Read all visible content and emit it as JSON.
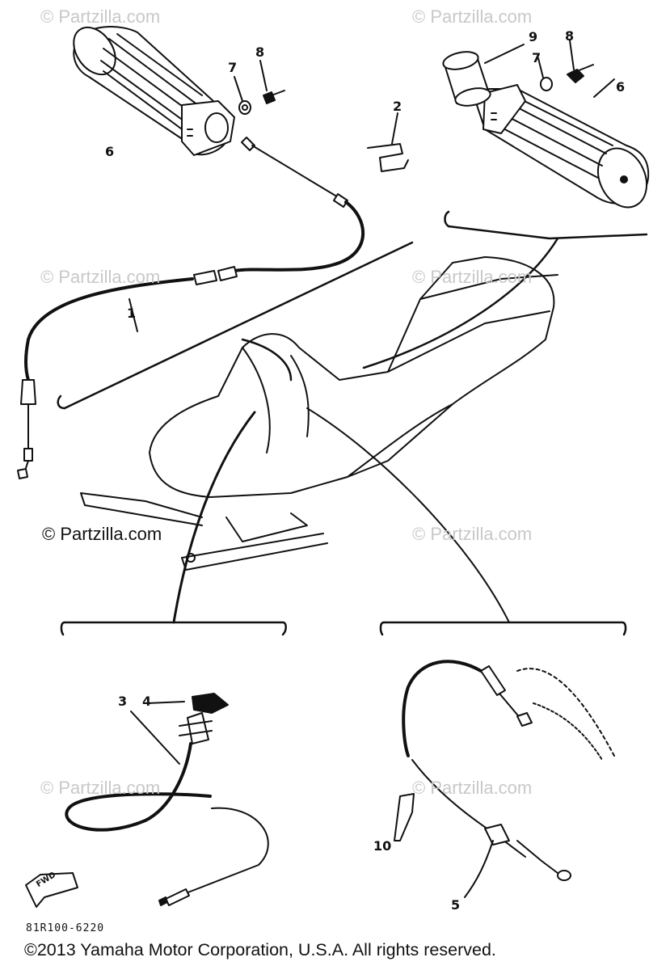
{
  "watermarks": {
    "faint": "© Partzilla.com",
    "strong": "© Partzilla.com"
  },
  "callouts": {
    "c1": "1",
    "c2": "2",
    "c3": "3",
    "c4": "4",
    "c5": "5",
    "c6_left": "6",
    "c6_right": "6",
    "c7_left": "7",
    "c7_right": "7",
    "c8_left": "8",
    "c8_right": "8",
    "c9": "9",
    "c10": "10"
  },
  "direction_label": "FWD",
  "diagram_code": "81R100-6220",
  "footer": "©2013 Yamaha Motor Corporation, U.S.A. All rights reserved."
}
